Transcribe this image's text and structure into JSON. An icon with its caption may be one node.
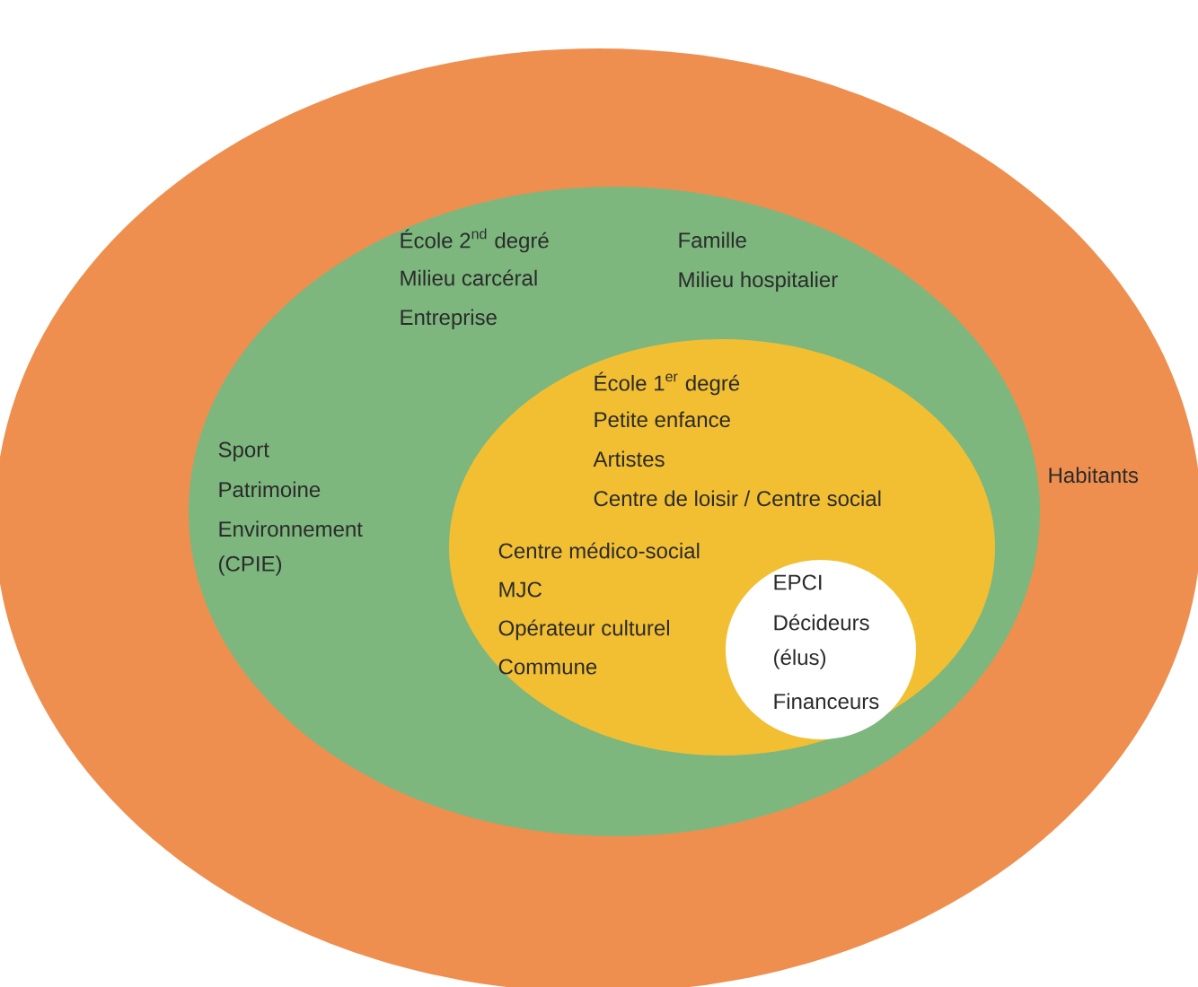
{
  "diagram": {
    "nodes": [
      {
        "text": [
          "Habitants"
        ]
      },
      {
        "text": [
          "École 2$^{nd}$ degré",
          "Milieu carcéral",
          "Entreprise",
          "Famille",
          "Milieu hospitalier",
          "Sport",
          "Patrimoine",
          "Environnement (CPIE)"
        ],
        "in": 0
      },
      {
        "text": [
          "École 1$^{er}$ degré",
          "Petite enfance",
          "Artistes",
          "Centre de loisir / Centre social",
          "Centre médico-social",
          "MJC",
          "Opérateur culturel",
          "Commune"
        ],
        "in": 1
      },
      {
        "text": [
          "EPCI",
          "Décideurs (élus)",
          "Financeurs"
        ],
        "in": 2
      }
    ]
  }
}
